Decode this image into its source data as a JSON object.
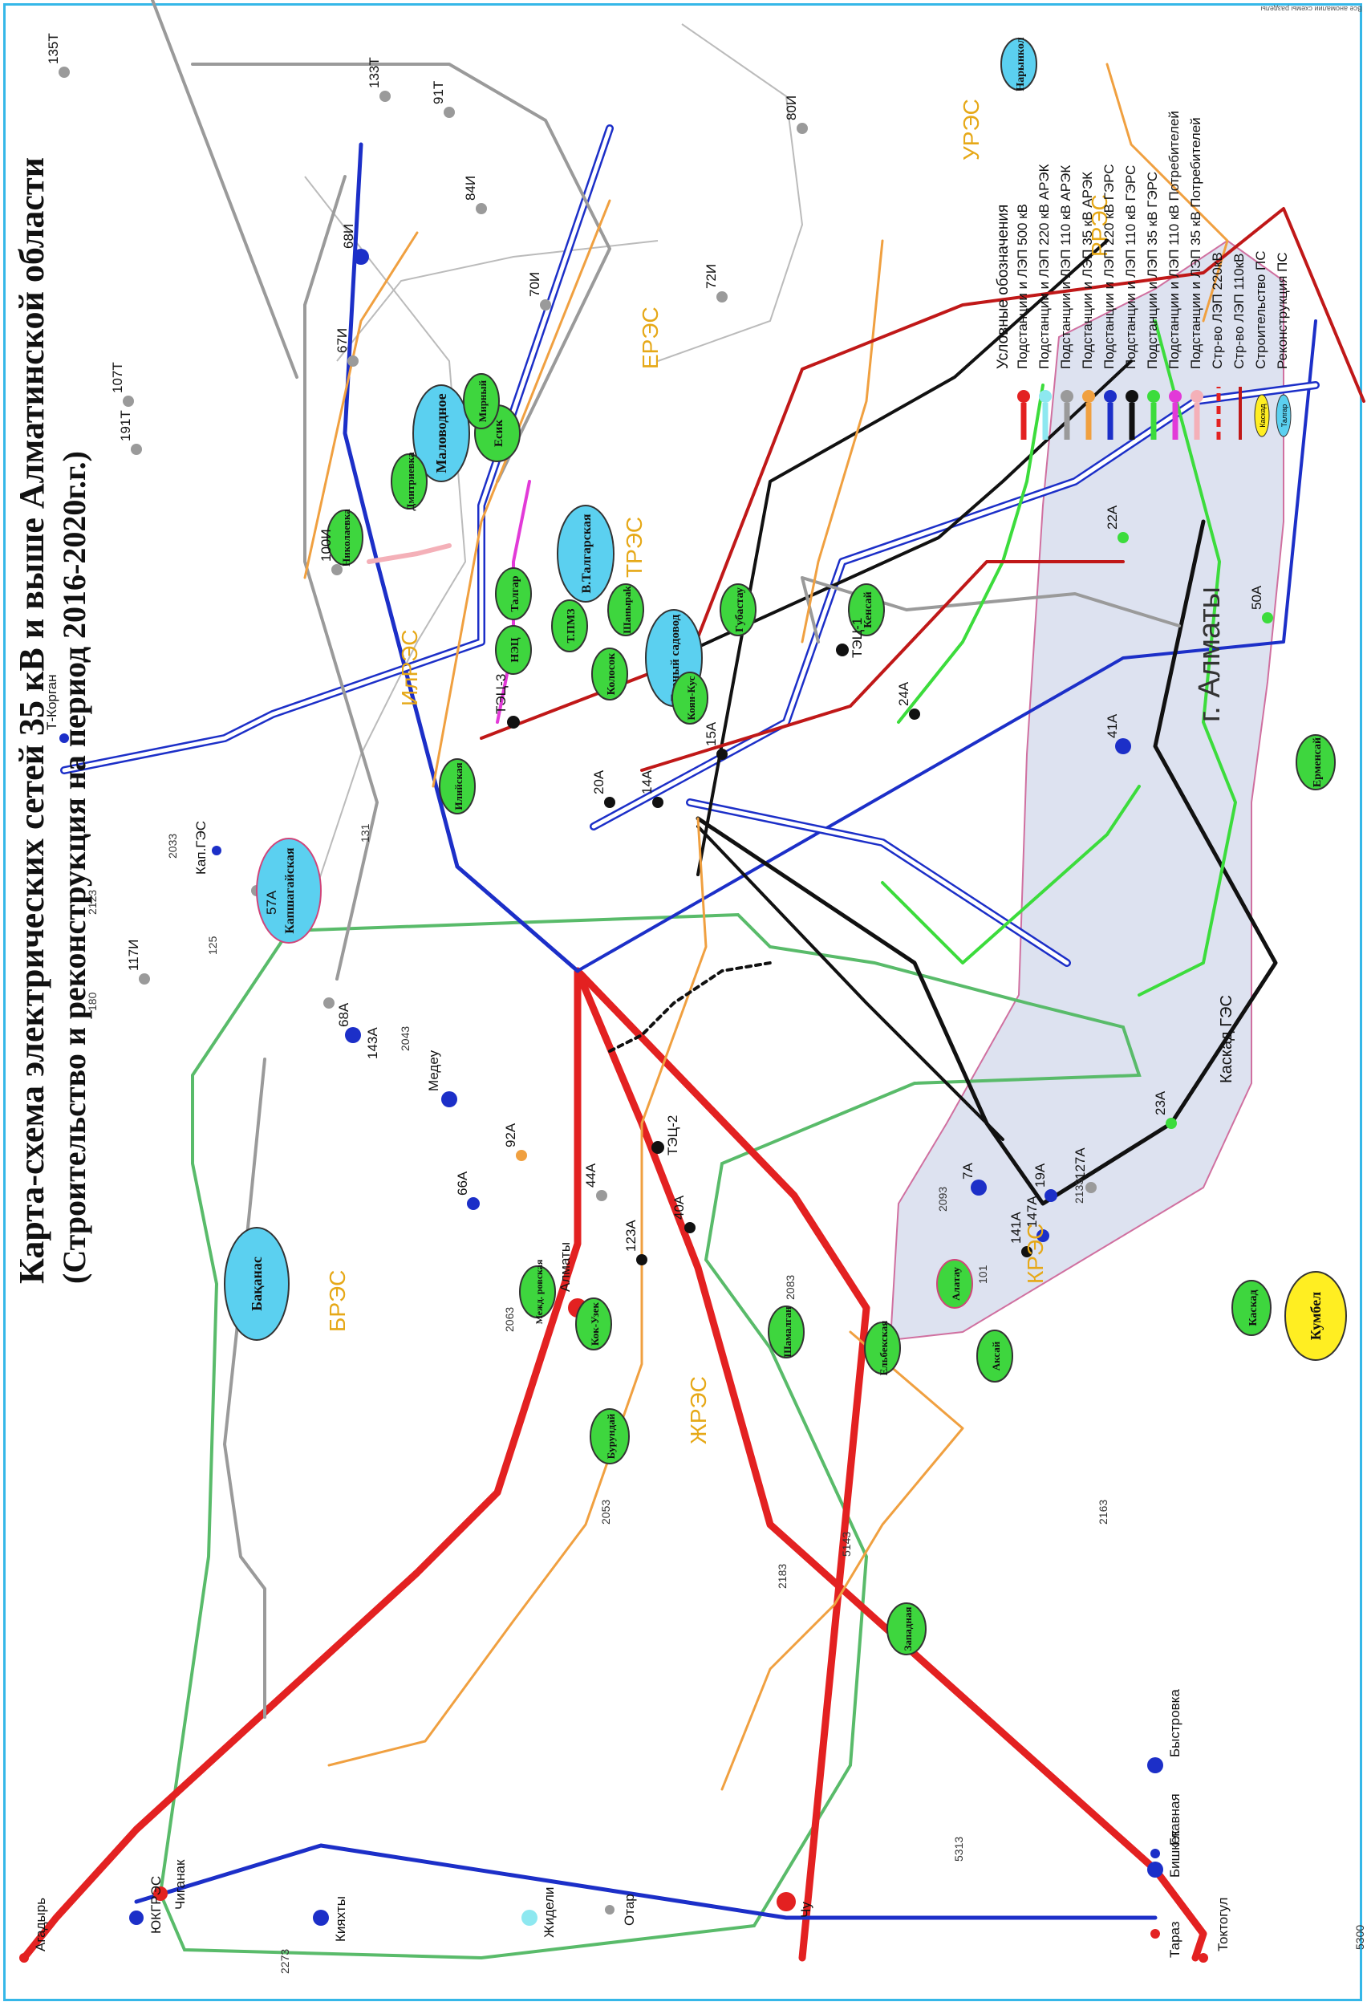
{
  "title": {
    "line1": "Карта-схема электрических сетей 35 кВ и выше Алматинской области",
    "line2": "(Строительство и реконструкция на период 2016-2020г.г.)"
  },
  "corner_note": "Все аномалии схемы разделы",
  "legend": {
    "title": "Условные обозначения",
    "items": [
      {
        "kind": "line",
        "color": "#e32121",
        "label": "Подстанции и ЛЭП  500 кВ"
      },
      {
        "kind": "line",
        "color": "#8ee8f0",
        "label": "Подстанции и ЛЭП  220 кВ АРЭК"
      },
      {
        "kind": "line",
        "color": "#9a9a9a",
        "label": "Подстанции и ЛЭП  110 кВ АРЭК"
      },
      {
        "kind": "line",
        "color": "#f0a040",
        "label": "Подстанции и ЛЭП   35 кВ АРЭК"
      },
      {
        "kind": "line",
        "color": "#1c2fc8",
        "label": "Подстанции и ЛЭП  220 кВ ГЭРС"
      },
      {
        "kind": "line",
        "color": "#111111",
        "label": "Подстанции и ЛЭП  110 кВ ГЭРС"
      },
      {
        "kind": "line",
        "color": "#3cdc3c",
        "label": "Подстанции и ЛЭП   35 кВ ГЭРС"
      },
      {
        "kind": "line",
        "color": "#e23ad8",
        "label": "Подстанции и ЛЭП  110 кВ Потребителей"
      },
      {
        "kind": "line",
        "color": "#f4b0b8",
        "label": "Подстанции и ЛЭП   35 кВ Потребителей"
      },
      {
        "kind": "dash",
        "color": "#e32121",
        "label": "Стр-во ЛЭП 220кВ"
      },
      {
        "kind": "solid",
        "color": "#c01818",
        "label": "Стр-во ЛЭП 110кВ"
      },
      {
        "kind": "build",
        "color": "#ffee22",
        "label": "Строительство ПС",
        "badge": "Каскад"
      },
      {
        "kind": "recon",
        "color": "#5bd0f0",
        "label": "Реконструкция ПС",
        "badge": "Талгар"
      }
    ]
  },
  "colors": {
    "kv500": "#e32121",
    "kv220arek": "#8ee8f0",
    "kv110arek": "#9a9a9a",
    "kv35arek": "#f0a040",
    "kv220gers": "#1c2fc8",
    "kv110gers": "#111111",
    "kv35gers": "#3cdc3c",
    "kv110cons": "#e23ad8",
    "kv35cons": "#f4b0b8",
    "region": "#59bb6a",
    "city": "#dde2f0"
  },
  "regions": [
    {
      "id": "ИлРЭС",
      "label": "ИлРЭС"
    },
    {
      "id": "ЕРЭС",
      "label": "ЕРЭС"
    },
    {
      "id": "УРЭС",
      "label": "УРЭС"
    },
    {
      "id": "РРЭС",
      "label": "РРЭС"
    },
    {
      "id": "БРЭС",
      "label": "БРЭС"
    },
    {
      "id": "ЖРЭС",
      "label": "ЖРЭС"
    },
    {
      "id": "КРЭС",
      "label": "КРЭС"
    },
    {
      "id": "ТРЭС",
      "label": "ТРЭС"
    },
    {
      "id": "city",
      "label": "г. Алматы"
    }
  ],
  "nodes": [
    "Агадырь",
    "ЮКГРЭС",
    "Чиганак",
    "Кияхты",
    "Жидели",
    "Отар",
    "Чу",
    "Бишкек",
    "Главная",
    "Быстровка",
    "Тараз",
    "Токтогул",
    "Алматы",
    "Медеу",
    "Т-Корган",
    "Кап.ГЭС",
    "57А",
    "68А",
    "143А",
    "66А",
    "92А",
    "44А",
    "123А",
    "40А",
    "141А",
    "147А",
    "127А",
    "23А",
    "19А",
    "7А",
    "ТЭЦ-1",
    "ТЭЦ-2",
    "ТЭЦ-3",
    "133Т",
    "135Т",
    "107Т",
    "191Т",
    "91Т",
    "84И",
    "70И",
    "72И",
    "80И",
    "68И",
    "67И",
    "100И",
    "117И",
    "20А",
    "14А",
    "15А",
    "24А",
    "22А",
    "50А",
    "41А"
  ],
  "substations": [
    {
      "label": "Маловодное",
      "kind": "recon"
    },
    {
      "label": "Есик",
      "kind": "build"
    },
    {
      "label": "В.Талгарская",
      "kind": "recon"
    },
    {
      "label": "Талгар",
      "kind": "build"
    },
    {
      "label": "Т.ПМЗ",
      "kind": "build"
    },
    {
      "label": "НЭЦ",
      "kind": "build"
    },
    {
      "label": "Колосок",
      "kind": "build"
    },
    {
      "label": "Горный садовод",
      "kind": "recon"
    },
    {
      "label": "Губастау",
      "kind": "build"
    },
    {
      "label": "Кенсай",
      "kind": "build"
    },
    {
      "label": "Нарынкол",
      "kind": "recon"
    },
    {
      "label": "Каскад",
      "kind": "build"
    },
    {
      "label": "Кумбел",
      "kind": "new"
    },
    {
      "label": "Ерменсай",
      "kind": "build"
    },
    {
      "label": "Капшагайская",
      "kind": "recon"
    },
    {
      "label": "Бақанас",
      "kind": "recon"
    },
    {
      "label": "Западная",
      "kind": "build"
    },
    {
      "label": "Бурундай",
      "kind": "build"
    },
    {
      "label": "Кок-Узек",
      "kind": "build"
    },
    {
      "label": "Межд. ровская",
      "kind": "build"
    },
    {
      "label": "Шамалган",
      "kind": "build"
    },
    {
      "label": "Ельбекская",
      "kind": "build"
    },
    {
      "label": "Аксай",
      "kind": "build"
    },
    {
      "label": "Алатау",
      "kind": "build"
    },
    {
      "label": "Илийская",
      "kind": "build"
    },
    {
      "label": "Николаевка",
      "kind": "build"
    },
    {
      "label": "Дмитриевка",
      "kind": "build"
    },
    {
      "label": "Мирный",
      "kind": "build"
    },
    {
      "label": "Шаныраk",
      "kind": "build"
    },
    {
      "label": "Коян-Кус",
      "kind": "build"
    },
    {
      "label": "Каскад ГЭС",
      "kind": "text"
    }
  ],
  "small_labels": [
    "2273",
    "5300",
    "5313",
    "2163",
    "5143",
    "2183",
    "2053",
    "2063",
    "2083",
    "2093",
    "2133",
    "2043",
    "2033",
    "2123",
    "180",
    "125",
    "131",
    "101"
  ]
}
